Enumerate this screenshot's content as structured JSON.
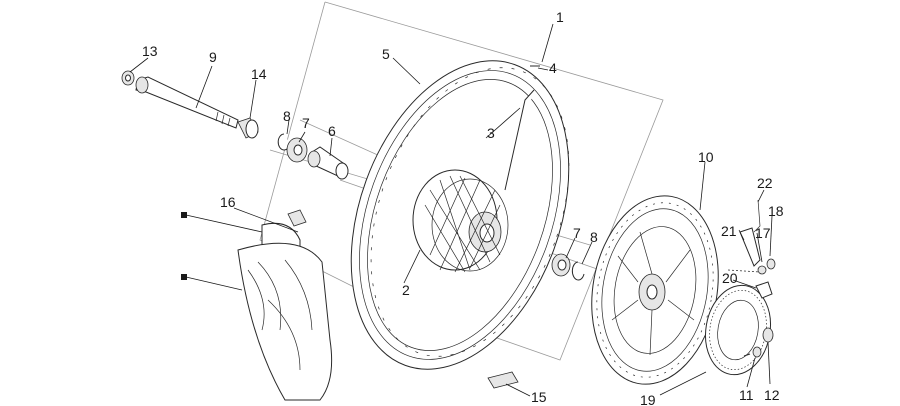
{
  "callouts": {
    "c1": "1",
    "c2": "2",
    "c3": "3",
    "c4": "4",
    "c5": "5",
    "c6": "6",
    "c7a": "7",
    "c7b": "7",
    "c8a": "8",
    "c8b": "8",
    "c9": "9",
    "c10": "10",
    "c11": "11",
    "c12": "12",
    "c13": "13",
    "c14": "14",
    "c15": "15",
    "c16": "16",
    "c17": "17",
    "c18": "18",
    "c19": "19",
    "c20": "20",
    "c21": "21",
    "c22": "22"
  }
}
